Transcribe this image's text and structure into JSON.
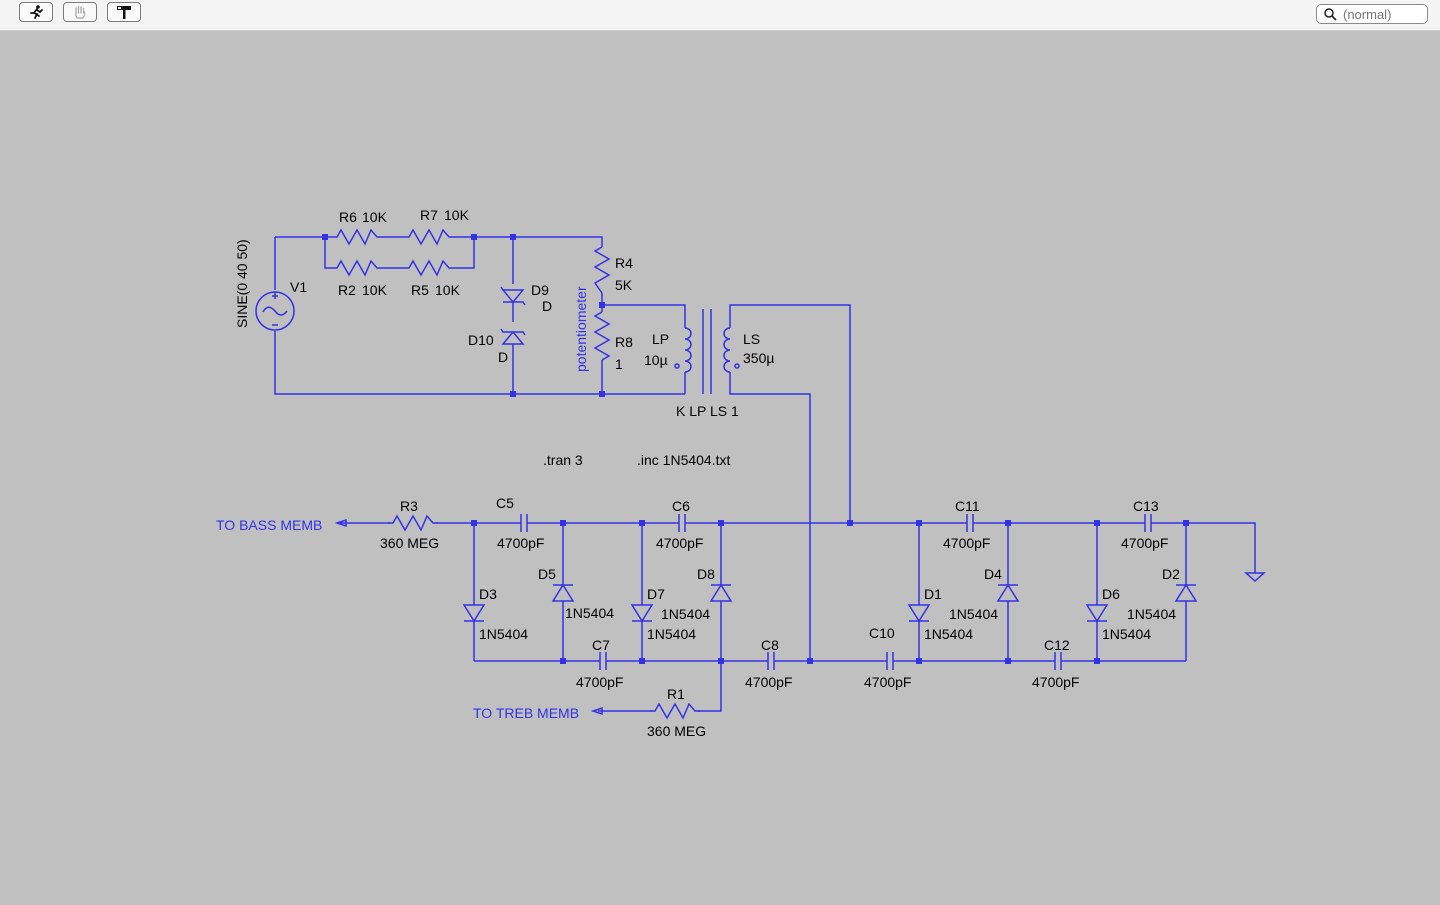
{
  "toolbar": {
    "tools": [
      {
        "name": "run-icon"
      },
      {
        "name": "hand-pan-icon"
      },
      {
        "name": "probe-hammer-icon"
      }
    ],
    "search_placeholder": "(normal)"
  },
  "colors": {
    "wire": "#3232e6",
    "background": "#c0c0c0",
    "label_text": "#000000"
  },
  "schematic": {
    "source": {
      "name": "V1",
      "value": "SINE(0 40 50)"
    },
    "resistors": {
      "R6": {
        "name": "R6",
        "value": "10K"
      },
      "R7": {
        "name": "R7",
        "value": "10K"
      },
      "R2": {
        "name": "R2",
        "value": "10K"
      },
      "R5": {
        "name": "R5",
        "value": "10K"
      },
      "R4": {
        "name": "R4",
        "value": "5K"
      },
      "R8": {
        "name": "R8",
        "value": "1"
      },
      "R3": {
        "name": "R3",
        "value": "360 MEG"
      },
      "R1": {
        "name": "R1",
        "value": "360 MEG"
      }
    },
    "potentiometer_label": "potentiometer",
    "zeners": {
      "D9": {
        "name": "D9",
        "value": "D"
      },
      "D10": {
        "name": "D10",
        "value": "D"
      }
    },
    "inductors": {
      "LP": {
        "name": "LP",
        "value": "10µ"
      },
      "LS": {
        "name": "LS",
        "value": "350µ"
      }
    },
    "coupling": "K LP LS 1",
    "directives": {
      "tran": ".tran 3",
      "inc": ".inc 1N5404.txt"
    },
    "capacitors": {
      "C5": {
        "name": "C5",
        "value": "4700pF"
      },
      "C6": {
        "name": "C6",
        "value": "4700pF"
      },
      "C7": {
        "name": "C7",
        "value": "4700pF"
      },
      "C8": {
        "name": "C8",
        "value": "4700pF"
      },
      "C10": {
        "name": "C10",
        "value": "4700pF"
      },
      "C11": {
        "name": "C11",
        "value": "4700pF"
      },
      "C12": {
        "name": "C12",
        "value": "4700pF"
      },
      "C13": {
        "name": "C13",
        "value": "4700pF"
      }
    },
    "diodes": {
      "D1": {
        "name": "D1",
        "value": "1N5404"
      },
      "D2": {
        "name": "D2",
        "value": "1N5404"
      },
      "D3": {
        "name": "D3",
        "value": "1N5404"
      },
      "D4": {
        "name": "D4",
        "value": "1N5404"
      },
      "D5": {
        "name": "D5",
        "value": "1N5404"
      },
      "D6": {
        "name": "D6",
        "value": "1N5404"
      },
      "D7": {
        "name": "D7",
        "value": "1N5404"
      },
      "D8": {
        "name": "D8",
        "value": "1N5404"
      }
    },
    "ports": {
      "bass": "TO BASS MEMB",
      "treb": "TO TREB MEMB"
    }
  }
}
